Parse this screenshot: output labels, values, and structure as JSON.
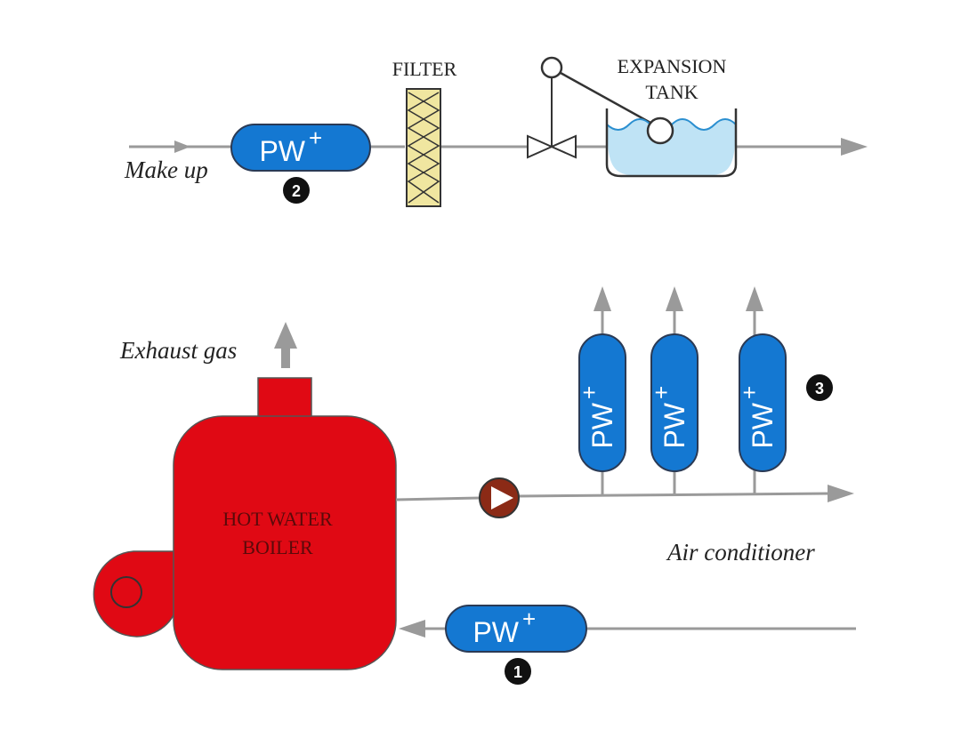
{
  "colors": {
    "pipe": "#9a9a9a",
    "pw_fill": "#1478d2",
    "pw_stroke": "#2a3a55",
    "boiler": "#e00914",
    "filter_fill": "#f0e6a0",
    "water": "#bfe3f5",
    "pump": "#8b2a16"
  },
  "labels": {
    "filter": "FILTER",
    "expansion_line1": "EXPANSION",
    "expansion_line2": "TANK",
    "make_up": "Make up",
    "exhaust_gas": "Exhaust gas",
    "boiler_line1": "HOT WATER",
    "boiler_line2": "BOILER",
    "air_conditioner": "Air conditioner"
  },
  "units": {
    "pw_main": "PW",
    "pw_sup": "+"
  },
  "markers": [
    "1",
    "2",
    "3"
  ]
}
